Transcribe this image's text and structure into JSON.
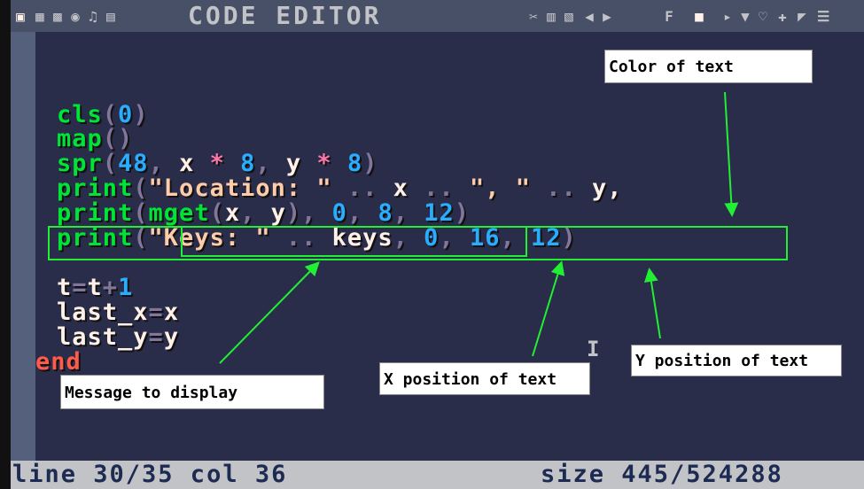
{
  "window": {
    "title": "CODE EDITOR",
    "left_icons": [
      "code-icon",
      "sprite-icon",
      "map-icon",
      "sfx-icon",
      "music-icon"
    ],
    "right_icons": [
      "cut-icon",
      "copy-icon",
      "paste-icon",
      "undo-icon",
      "redo-icon",
      "find-icon",
      "tab-icon",
      "run-icon",
      "step-icon",
      "watch-icon",
      "add-icon",
      "bookmark-icon",
      "menu-icon"
    ]
  },
  "code": {
    "lines": [
      [
        {
          "t": "cls",
          "c": "kw"
        },
        {
          "t": "(",
          "c": "punc"
        },
        {
          "t": "0",
          "c": "num"
        },
        {
          "t": ")",
          "c": "punc"
        }
      ],
      [
        {
          "t": "map",
          "c": "kw"
        },
        {
          "t": "()",
          "c": "punc"
        }
      ],
      [
        {
          "t": "spr",
          "c": "kw"
        },
        {
          "t": "(",
          "c": "punc"
        },
        {
          "t": "48",
          "c": "num"
        },
        {
          "t": ", ",
          "c": "punc"
        },
        {
          "t": "x",
          "c": "var"
        },
        {
          "t": " * ",
          "c": "op"
        },
        {
          "t": "8",
          "c": "num"
        },
        {
          "t": ", ",
          "c": "punc"
        },
        {
          "t": "y",
          "c": "var"
        },
        {
          "t": " * ",
          "c": "op"
        },
        {
          "t": "8",
          "c": "num"
        },
        {
          "t": ")",
          "c": "punc"
        }
      ],
      [
        {
          "t": "print",
          "c": "kw"
        },
        {
          "t": "(",
          "c": "punc"
        },
        {
          "t": "\"Location: \"",
          "c": "str"
        },
        {
          "t": " .. ",
          "c": "punc"
        },
        {
          "t": "x",
          "c": "var"
        },
        {
          "t": " .. ",
          "c": "punc"
        },
        {
          "t": "\", \"",
          "c": "str"
        },
        {
          "t": " .. ",
          "c": "punc"
        },
        {
          "t": "y,",
          "c": "var"
        }
      ],
      [
        {
          "t": "print",
          "c": "kw"
        },
        {
          "t": "(",
          "c": "punc"
        },
        {
          "t": "mget",
          "c": "kw"
        },
        {
          "t": "(",
          "c": "punc"
        },
        {
          "t": "x",
          "c": "var"
        },
        {
          "t": ", ",
          "c": "punc"
        },
        {
          "t": "y",
          "c": "var"
        },
        {
          "t": "), ",
          "c": "punc"
        },
        {
          "t": "0",
          "c": "num"
        },
        {
          "t": ", ",
          "c": "punc"
        },
        {
          "t": "8",
          "c": "num"
        },
        {
          "t": ", ",
          "c": "punc"
        },
        {
          "t": "12",
          "c": "num"
        },
        {
          "t": ")",
          "c": "punc"
        }
      ],
      [
        {
          "t": "print",
          "c": "kw"
        },
        {
          "t": "(",
          "c": "punc"
        },
        {
          "t": "\"Keys: \"",
          "c": "str"
        },
        {
          "t": " .. ",
          "c": "punc"
        },
        {
          "t": "keys",
          "c": "var"
        },
        {
          "t": ", ",
          "c": "punc"
        },
        {
          "t": "0",
          "c": "num"
        },
        {
          "t": ", ",
          "c": "punc"
        },
        {
          "t": "16",
          "c": "num"
        },
        {
          "t": ", ",
          "c": "punc"
        },
        {
          "t": "12",
          "c": "num"
        },
        {
          "t": ")",
          "c": "punc"
        }
      ],
      [],
      [
        {
          "t": "t",
          "c": "var"
        },
        {
          "t": "=",
          "c": "punc"
        },
        {
          "t": "t",
          "c": "var"
        },
        {
          "t": "+",
          "c": "punc"
        },
        {
          "t": "1",
          "c": "num"
        }
      ],
      [
        {
          "t": "last_x",
          "c": "var"
        },
        {
          "t": "=",
          "c": "punc"
        },
        {
          "t": "x",
          "c": "var"
        }
      ],
      [
        {
          "t": "last_y",
          "c": "var"
        },
        {
          "t": "=",
          "c": "punc"
        },
        {
          "t": "y",
          "c": "var"
        }
      ],
      [
        {
          "t": "end",
          "c": "endkw"
        }
      ]
    ]
  },
  "annotations": {
    "color": "Color of text",
    "message": "Message to display",
    "x_pos": "X position of text",
    "y_pos": "Y position of text"
  },
  "status": {
    "line": "line 30/35 col 36",
    "size": "size 445/524288"
  },
  "colors": {
    "keyword": "#00e436",
    "number": "#29adff",
    "string": "#ffccaa",
    "highlight": "#22ee33",
    "background": "#2a2d4a"
  }
}
